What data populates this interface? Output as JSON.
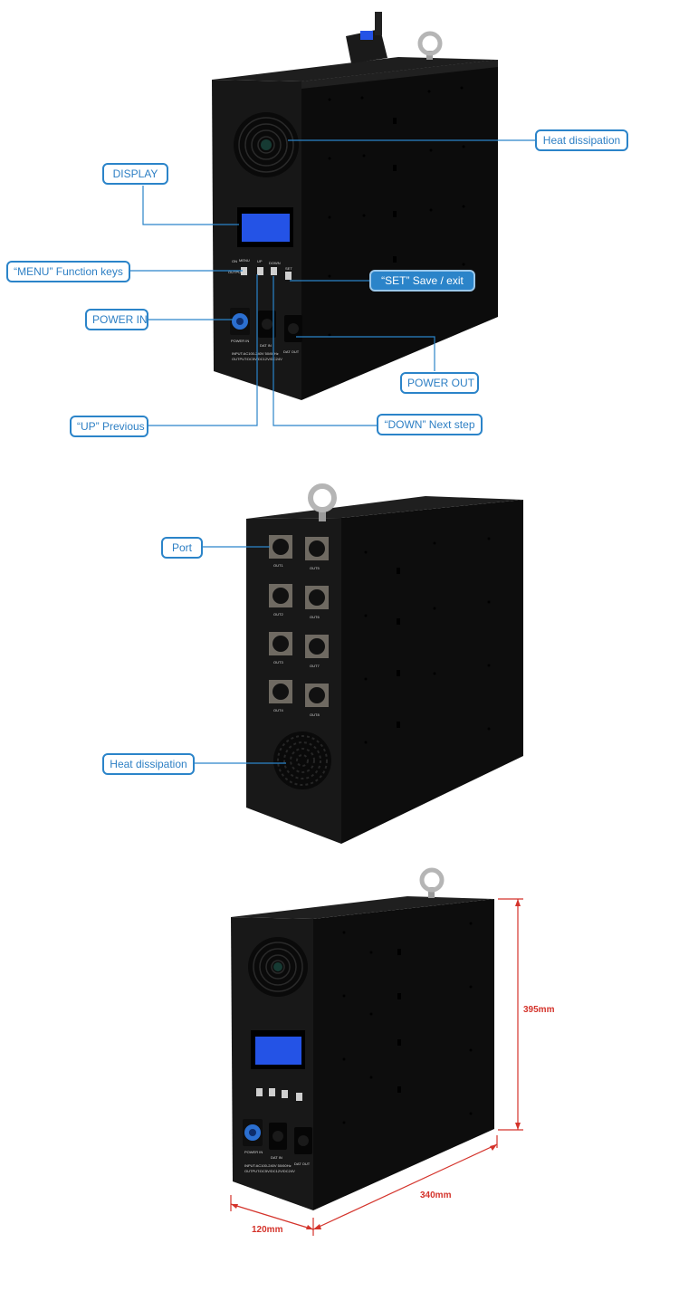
{
  "view1": {
    "labels": {
      "heat_dissipation": "Heat dissipation",
      "display": "DISPLAY",
      "menu": "“MENU” Function keys",
      "set": "“SET” Save / exit",
      "power_in": "POWER IN",
      "power_out": "POWER OUT",
      "up": "“UP” Previous",
      "down": "“DOWN” Next step"
    },
    "panel_text": {
      "key1": "ON",
      "key1_sub": "OUTPUT",
      "menu": "MENU",
      "up": "UP",
      "down": "DOWN",
      "set": "SET",
      "power_in": "POWER IN",
      "dat_in": "DAT IN",
      "dat_out": "DAT OUT",
      "input_spec": "INPUT:AC100-240V 50/60Hz",
      "output_spec": "OUTPUT:DC5V/DC12V/DC24V"
    }
  },
  "view2": {
    "labels": {
      "port": "Port",
      "heat_dissipation": "Heat dissipation"
    },
    "ports": [
      "OUT1",
      "OUT5",
      "OUT2",
      "OUT6",
      "OUT3",
      "OUT7",
      "OUT4",
      "OUT8"
    ]
  },
  "view3": {
    "dims": {
      "height": "395mm",
      "width": "340mm",
      "depth": "120mm"
    },
    "panel_text": {
      "power_in": "POWER IN",
      "dat_in": "DAT IN",
      "dat_out": "DAT OUT",
      "input_spec": "INPUT:AC100-240V 50/60Hz",
      "output_spec": "OUTPUT:DC5V/DC12V/DC24V"
    }
  },
  "colors": {
    "accent": "#2b84c9",
    "dimension": "#d4332b",
    "body": "#141414",
    "lcd": "#2453e6"
  }
}
